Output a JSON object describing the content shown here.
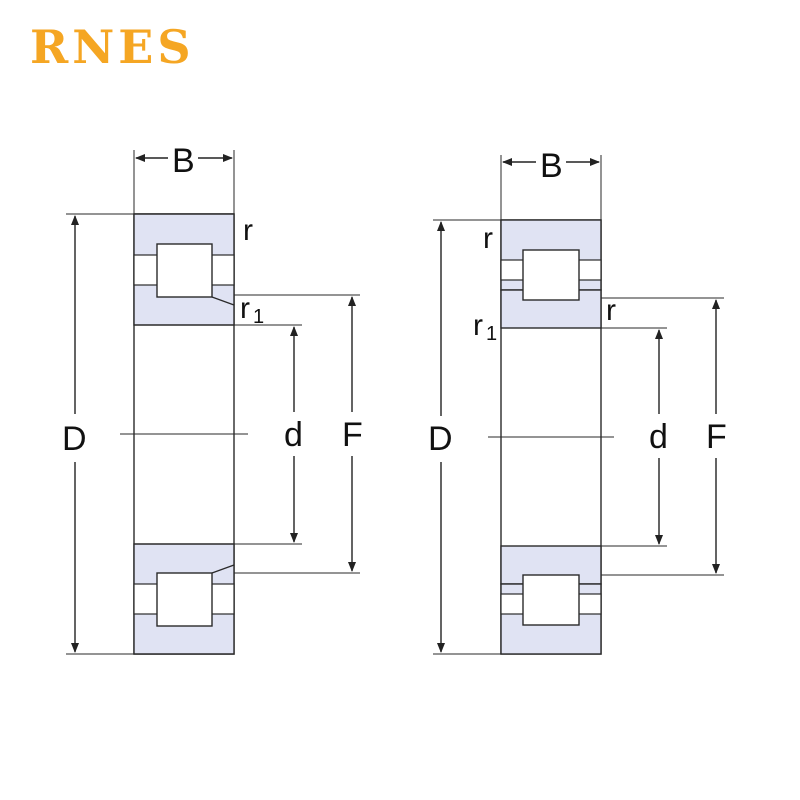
{
  "brand": {
    "text": "RNES",
    "color": "#F5A623"
  },
  "colors": {
    "ring_fill": "#E0E3F3",
    "outline": "#2a2a2a",
    "dim_line": "#222222"
  },
  "left_bearing": {
    "width_label": "B",
    "outer_diameter_label": "D",
    "bore_label": "d",
    "raceway_label": "F",
    "corner_radius_label": "r",
    "corner_radius_r1_label": "r",
    "corner_radius_r1_subscript": "1"
  },
  "right_bearing": {
    "width_label": "B",
    "outer_diameter_label": "D",
    "bore_label": "d",
    "raceway_label": "F",
    "corner_radius_label": "r",
    "corner_radius_r1_label": "r",
    "corner_radius_r1_subscript": "1",
    "inner_corner_radius_label": "r"
  }
}
